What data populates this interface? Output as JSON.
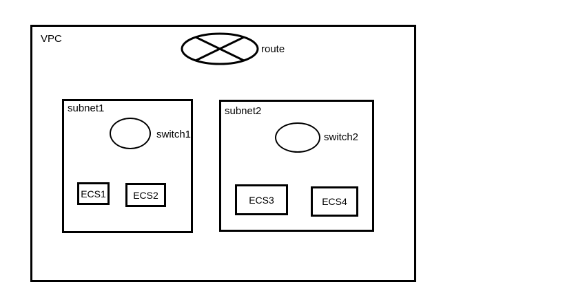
{
  "vpc": {
    "label": "VPC"
  },
  "router": {
    "label": "route",
    "icon": "router-icon"
  },
  "subnets": [
    {
      "label": "subnet1",
      "switch": {
        "label": "switch1",
        "icon": "switch-icon"
      },
      "instances": [
        {
          "label": "ECS1"
        },
        {
          "label": "ECS2"
        }
      ]
    },
    {
      "label": "subnet2",
      "switch": {
        "label": "switch2",
        "icon": "switch-icon"
      },
      "instances": [
        {
          "label": "ECS3"
        },
        {
          "label": "ECS4"
        }
      ]
    }
  ],
  "colors": {
    "stroke": "#000000",
    "background": "#ffffff"
  }
}
